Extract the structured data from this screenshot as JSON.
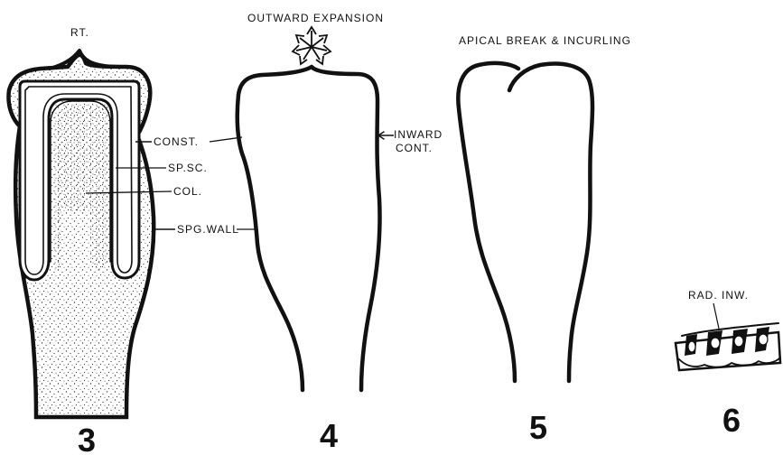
{
  "figure_numbers": [
    "3",
    "4",
    "5",
    "6"
  ],
  "fig3": {
    "labels": {
      "rt": "RT.",
      "const": "CONST.",
      "spsc": "SP.SC.",
      "col": "COL.",
      "spg_wall": "SPG.WALL"
    }
  },
  "fig4": {
    "labels": {
      "outward": "OUTWARD  EXPANSION",
      "inward_1": "INWARD",
      "inward_2": "CONT."
    }
  },
  "fig5": {
    "labels": {
      "apical": "APICAL  BREAK & INCURLING"
    }
  },
  "fig6": {
    "labels": {
      "rad_inw": "RAD. INW."
    }
  }
}
